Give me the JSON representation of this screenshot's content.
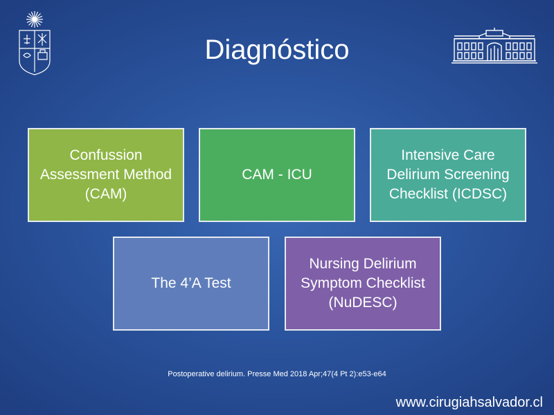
{
  "title": "Diagnóstico",
  "boxes": [
    {
      "label": "Confussion Assessment Method (CAM)",
      "color": "#8fb646"
    },
    {
      "label": "CAM - ICU",
      "color": "#4bae5f"
    },
    {
      "label": "Intensive Care Delirium Screening Checklist (ICDSC)",
      "color": "#4aab99"
    },
    {
      "label": "The 4’A Test",
      "color": "#5f7dba"
    },
    {
      "label": "Nursing Delirium Symptom Checklist (NuDESC)",
      "color": "#7e5fa8"
    }
  ],
  "citation": "Postoperative delirium. Presse Med 2018 Apr;47(4 Pt 2):e53-e64",
  "website": "www.cirugiahsalvador.cl",
  "logos": {
    "left": "university-crest-icon",
    "right": "hospital-building-icon"
  },
  "colors": {
    "background": "#2b559f",
    "border": "#e6ebf2",
    "text": "#ffffff"
  }
}
